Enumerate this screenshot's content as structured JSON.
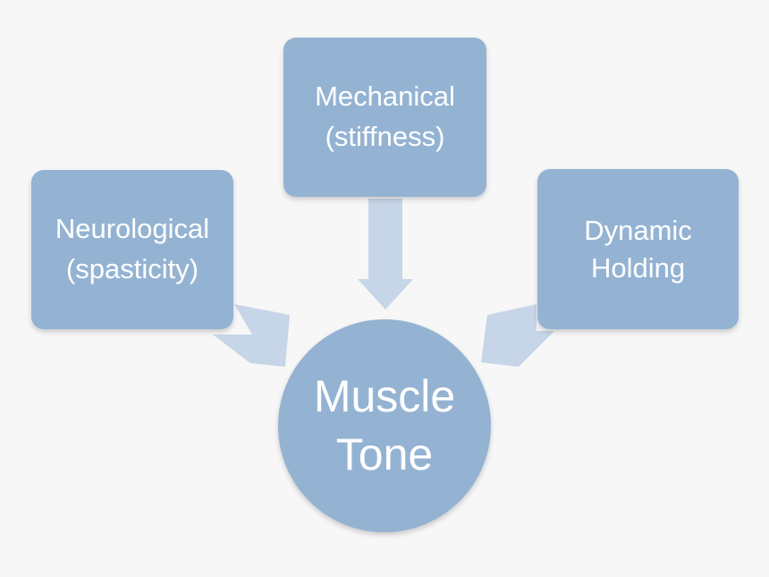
{
  "diagram": {
    "center": {
      "line1": "Muscle",
      "line2": "Tone"
    },
    "inputs": [
      {
        "id": "mechanical",
        "line1": "Mechanical",
        "line2": "(stiffness)"
      },
      {
        "id": "neurological",
        "line1": "Neurological",
        "line2": "(spasticity)"
      },
      {
        "id": "dynamic",
        "line1": "Dynamic",
        "line2": "Holding"
      }
    ],
    "colors": {
      "node_fill": "#94b3d3",
      "arrow_fill": "#c6d5e7",
      "text": "#ffffff",
      "background": "#f7f7f7"
    }
  }
}
